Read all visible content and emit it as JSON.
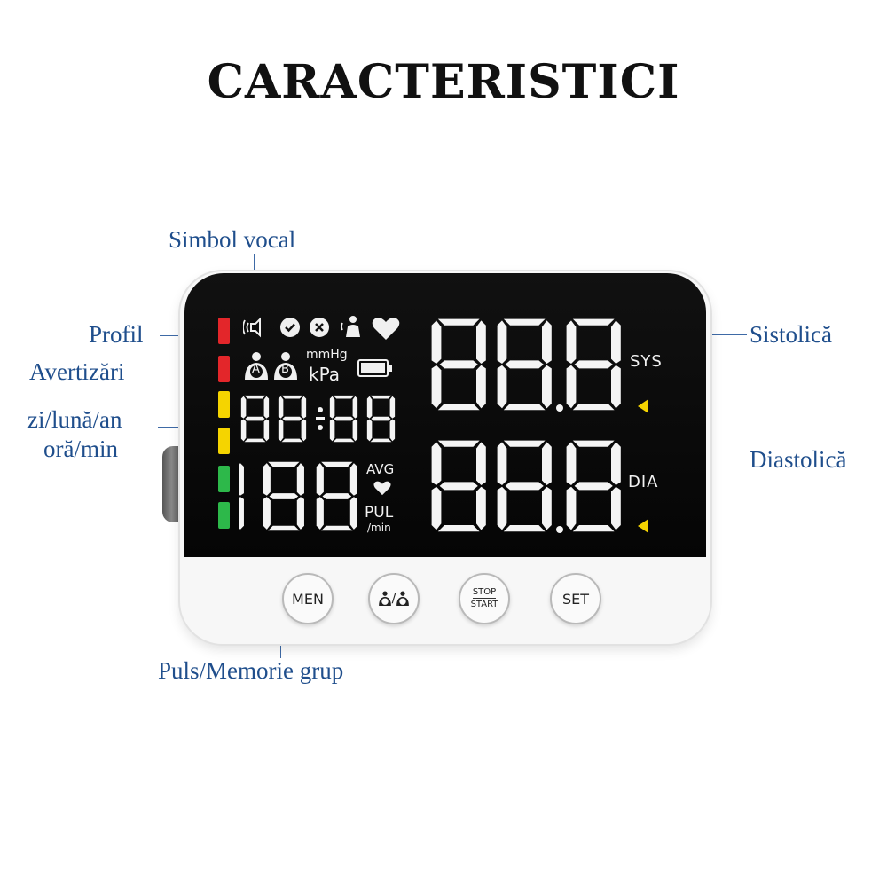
{
  "title": "CARACTERISTICI",
  "callouts": {
    "simbol_vocal": "Simbol vocal",
    "profil": "Profil",
    "avertizari": "Avertizări",
    "data_line1": "zi/lună/an",
    "data_line2": "oră/min",
    "sistolica": "Sistolică",
    "diastolica": "Diastolică",
    "puls_memorie": "Puls/Memorie grup"
  },
  "display": {
    "top_icons": [
      "voice-icon",
      "check-icon",
      "cross-icon",
      "body-movement-icon",
      "heart-icon"
    ],
    "user_a": "A",
    "user_b": "B",
    "unit_mmhg": "mmHg",
    "unit_kpa": "kPa",
    "avg": "AVG",
    "pul": "PUL",
    "per_min": "/min",
    "sys": "SYS",
    "dia": "DIA",
    "colors": {
      "bar_levels": [
        "#e3262a",
        "#e3262a",
        "#f5d400",
        "#f5d400",
        "#2db84a",
        "#2db84a"
      ],
      "indicator": "#f5d400"
    }
  },
  "buttons": {
    "men": "MEN",
    "ab_a": "A",
    "ab_b": "B",
    "stop": "STOP",
    "start": "START",
    "set": "SET"
  }
}
